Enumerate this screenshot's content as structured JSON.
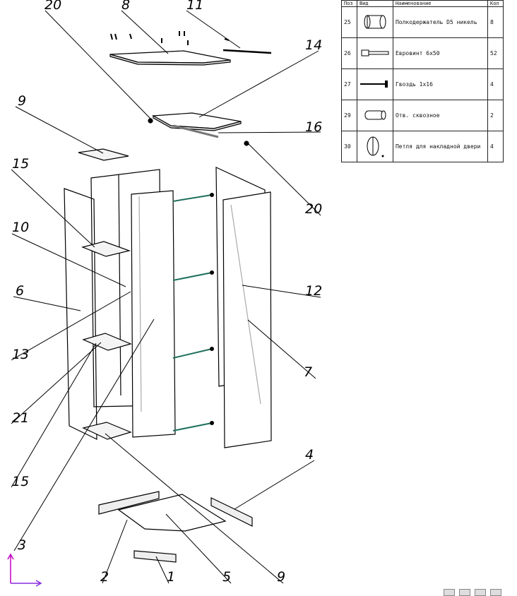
{
  "parts_table": {
    "headers": {
      "pos": "Поз",
      "view": "Вид",
      "name": "Наименование",
      "qty": "Кол"
    },
    "rows": [
      {
        "pos": "25",
        "icon": "shelf-holder-icon",
        "name": "Полкодержатель D5 никель",
        "qty": "8"
      },
      {
        "pos": "26",
        "icon": "euroscrew-icon",
        "name": "Евровинт 6х50",
        "qty": "52"
      },
      {
        "pos": "27",
        "icon": "nail-icon",
        "name": "Гвоздь 1х16",
        "qty": "4"
      },
      {
        "pos": "29",
        "icon": "plug-icon",
        "name": "Отв. сквозное",
        "qty": "2"
      },
      {
        "pos": "30",
        "icon": "hinge-icon",
        "name": "Петля для накладной двери",
        "qty": "4"
      }
    ]
  },
  "callouts": {
    "c20a": "20",
    "c8": "8",
    "c11": "11",
    "c14": "14",
    "c9a": "9",
    "c16": "16",
    "c20b": "20",
    "c15a": "15",
    "c10": "10",
    "c6": "6",
    "c12": "12",
    "c13": "13",
    "c7": "7",
    "c21": "21",
    "c15b": "15",
    "c4": "4",
    "c3": "3",
    "c2": "2",
    "c1": "1",
    "c5": "5",
    "c9b": "9"
  },
  "colors": {
    "line": "#000000",
    "hidden": "#9a9a9a",
    "dowel": "#1f6f5f",
    "axis": "#c000c0",
    "axis2": "#8a2be2"
  }
}
